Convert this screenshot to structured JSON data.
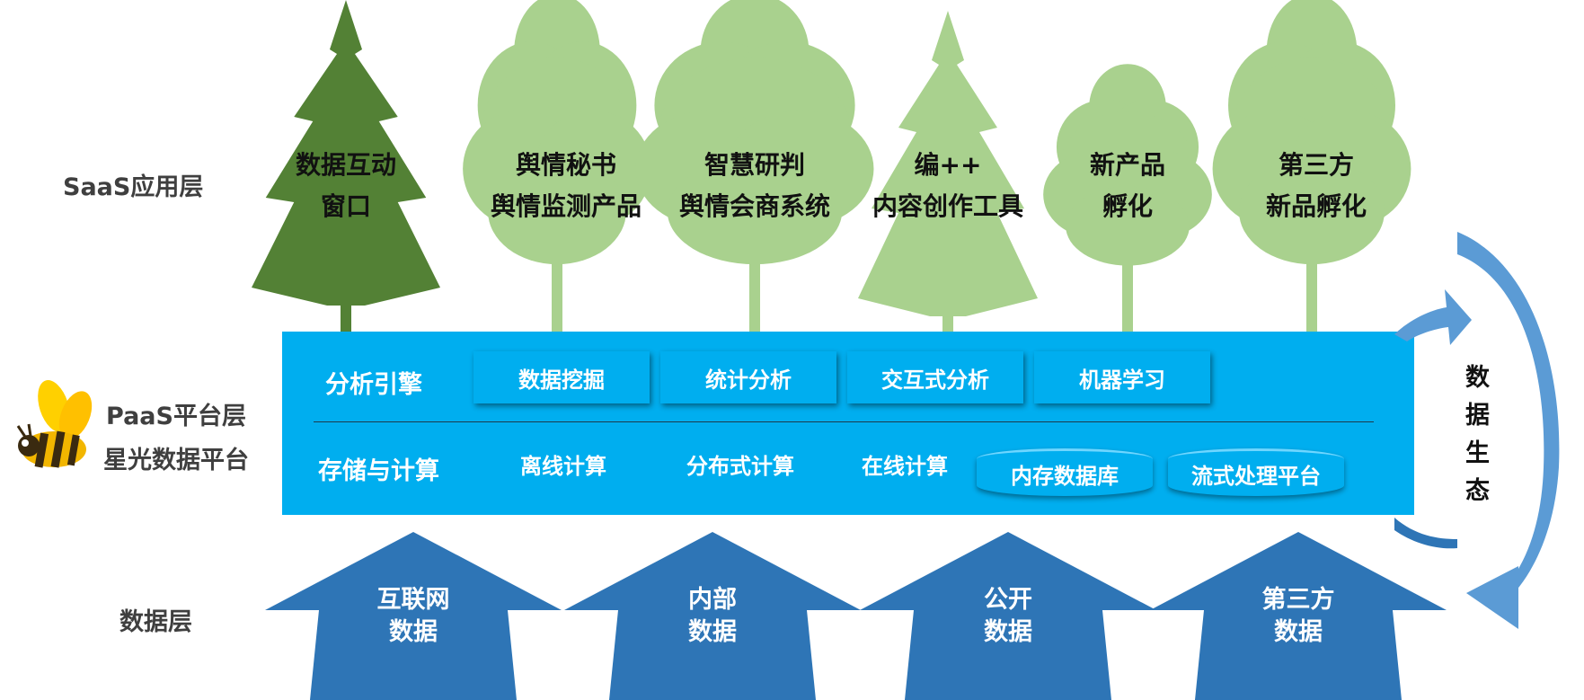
{
  "layers": {
    "saas": "SaaS应用层",
    "paas_line1": "PaaS平台层",
    "paas_line2": "星光数据平台",
    "data": "数据层"
  },
  "trees": [
    {
      "line1": "数据互动",
      "line2": "窗口",
      "color": "#538135"
    },
    {
      "line1": "舆情秘书",
      "line2": "舆情监测产品",
      "color": "#a9d18e"
    },
    {
      "line1": "智慧研判",
      "line2": "舆情会商系统",
      "color": "#a9d18e"
    },
    {
      "line1": "编++",
      "line2": "内容创作工具",
      "color": "#a9d18e"
    },
    {
      "line1": "新产品",
      "line2": "孵化",
      "color": "#a9d18e"
    },
    {
      "line1": "第三方",
      "line2": "新品孵化",
      "color": "#a9d18e"
    }
  ],
  "paas": {
    "row1_title": "分析引擎",
    "row1_items": [
      "数据挖掘",
      "统计分析",
      "交互式分析",
      "机器学习"
    ],
    "row2_title": "存储与计算",
    "row2_plain": [
      "离线计算",
      "分布式计算",
      "在线计算"
    ],
    "row2_db": [
      "内存数据库",
      "流式处理平台"
    ]
  },
  "data_sources": [
    {
      "line1": "互联网",
      "line2": "数据"
    },
    {
      "line1": "内部",
      "line2": "数据"
    },
    {
      "line1": "公开",
      "line2": "数据"
    },
    {
      "line1": "第三方",
      "line2": "数据"
    }
  ],
  "ecosystem": [
    "数",
    "据",
    "生",
    "态"
  ],
  "colors": {
    "panel": "#00aeef",
    "arrow": "#2e75b6",
    "cycle_arrow": "#5b9bd5",
    "tree_dark": "#538135",
    "tree_light": "#a9d18e"
  }
}
